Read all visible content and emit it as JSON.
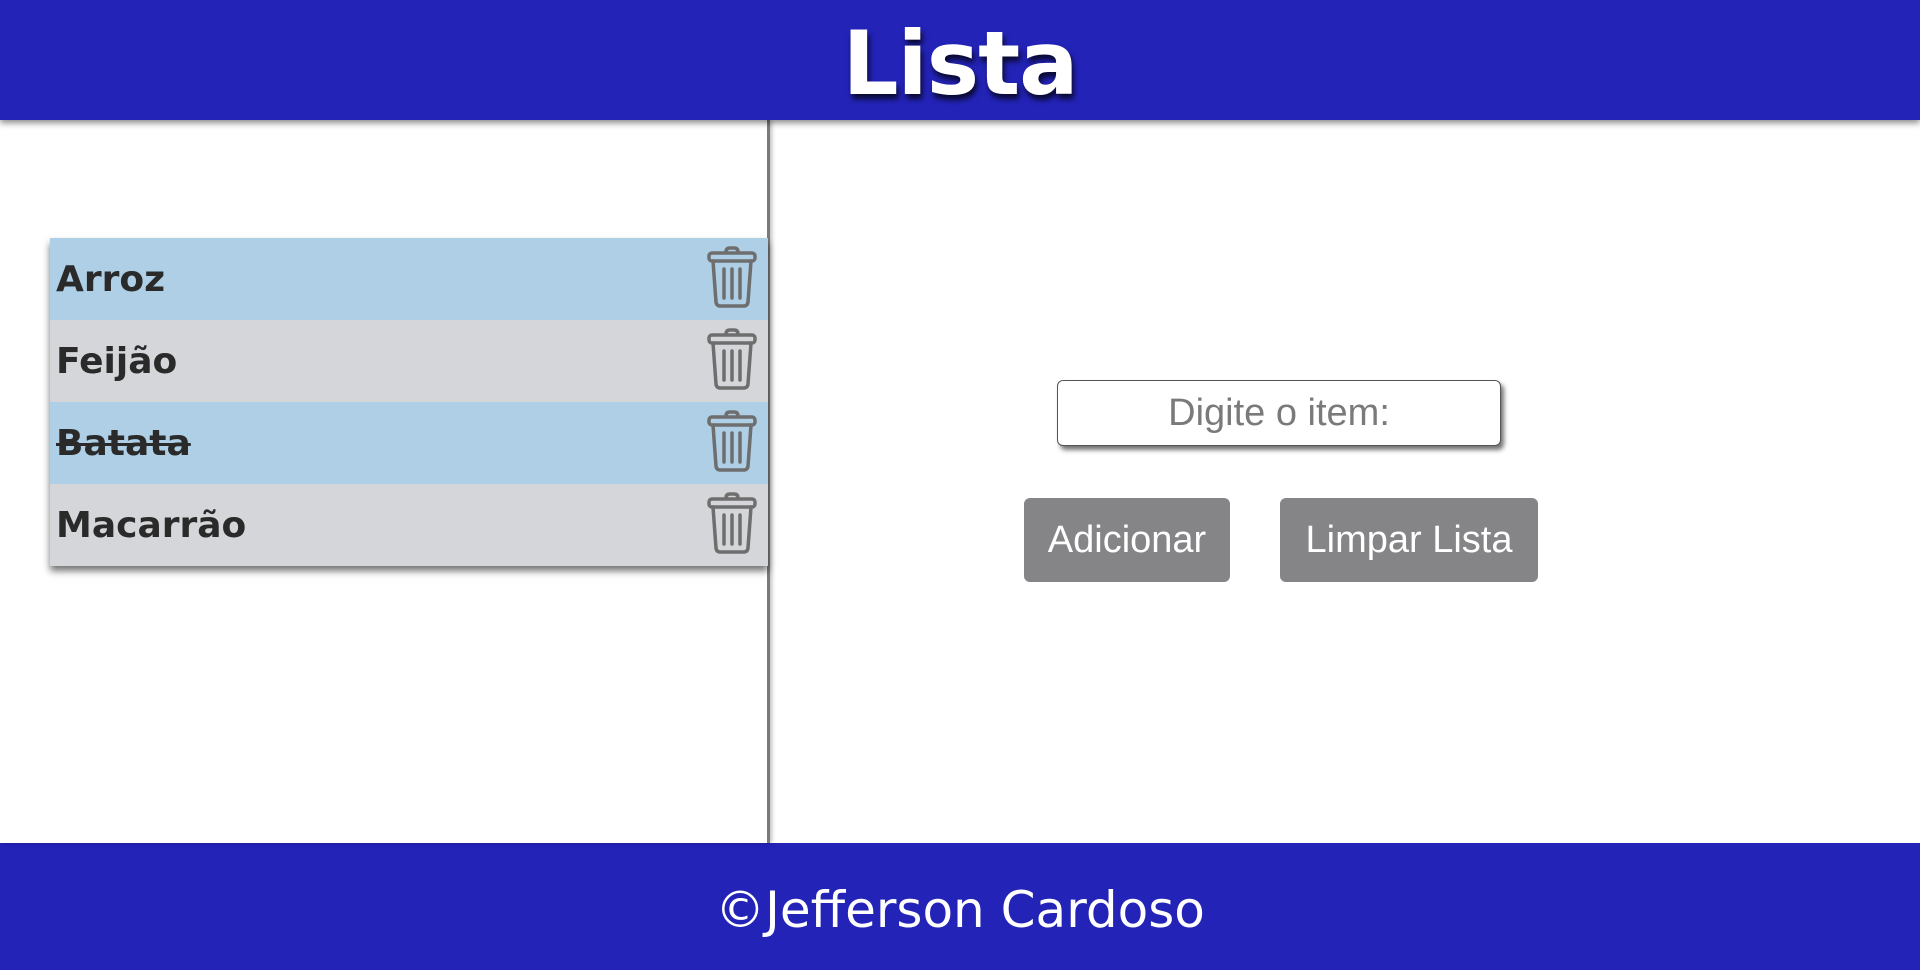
{
  "header": {
    "title": "Lista"
  },
  "list": {
    "items": [
      {
        "label": "Arroz",
        "done": false
      },
      {
        "label": "Feijão",
        "done": false
      },
      {
        "label": "Batata",
        "done": true
      },
      {
        "label": "Macarrão",
        "done": false
      }
    ],
    "delete_icon": "trash-icon"
  },
  "form": {
    "input_placeholder": "Digite o item:",
    "add_label": "Adicionar",
    "clear_label": "Limpar Lista"
  },
  "footer": {
    "text": "©Jefferson Cardoso"
  },
  "colors": {
    "brand_blue": "#2323b8",
    "item_blue": "#aecfe6",
    "item_gray": "#d4d6d9",
    "button_gray": "#858486"
  }
}
